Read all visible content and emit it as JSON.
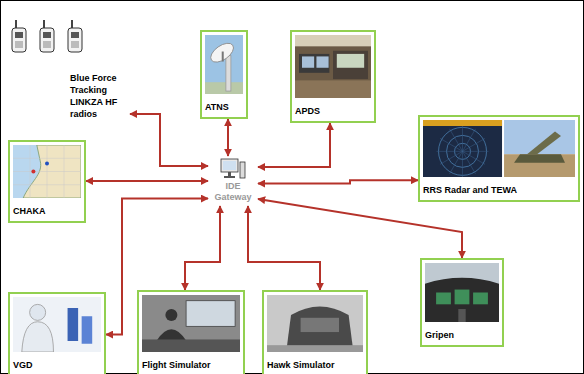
{
  "diagram": {
    "nodes": [
      {
        "text": [
          "Blue Force Tracking LINKZA HF radios"
        ]
      },
      {
        "text": [
          "ATNS"
        ]
      },
      {
        "text": [
          "APDS"
        ]
      },
      {
        "text": [
          "IDE Gateway"
        ]
      },
      {
        "text": [
          "CHAKA"
        ]
      },
      {
        "text": [
          "RRS Radar and TEWA"
        ]
      },
      {
        "text": [
          "Gripen"
        ]
      },
      {
        "text": [
          "VGD"
        ]
      },
      {
        "text": [
          "Flight Simulator"
        ]
      },
      {
        "text": [
          "Hawk Simulator"
        ]
      }
    ],
    "edges": [
      {
        "from": 0,
        "to": 3,
        "arrow": "both"
      },
      {
        "from": 1,
        "to": 3,
        "arrow": "both"
      },
      {
        "from": 2,
        "to": 3,
        "arrow": "both"
      },
      {
        "from": 4,
        "to": 3,
        "arrow": "both"
      },
      {
        "from": 5,
        "to": 3,
        "arrow": "both"
      },
      {
        "from": 6,
        "to": 3,
        "arrow": "both"
      },
      {
        "from": 7,
        "to": 3,
        "arrow": "both"
      },
      {
        "from": 8,
        "to": 3,
        "arrow": "both"
      },
      {
        "from": 9,
        "to": 3,
        "arrow": "both"
      }
    ]
  }
}
